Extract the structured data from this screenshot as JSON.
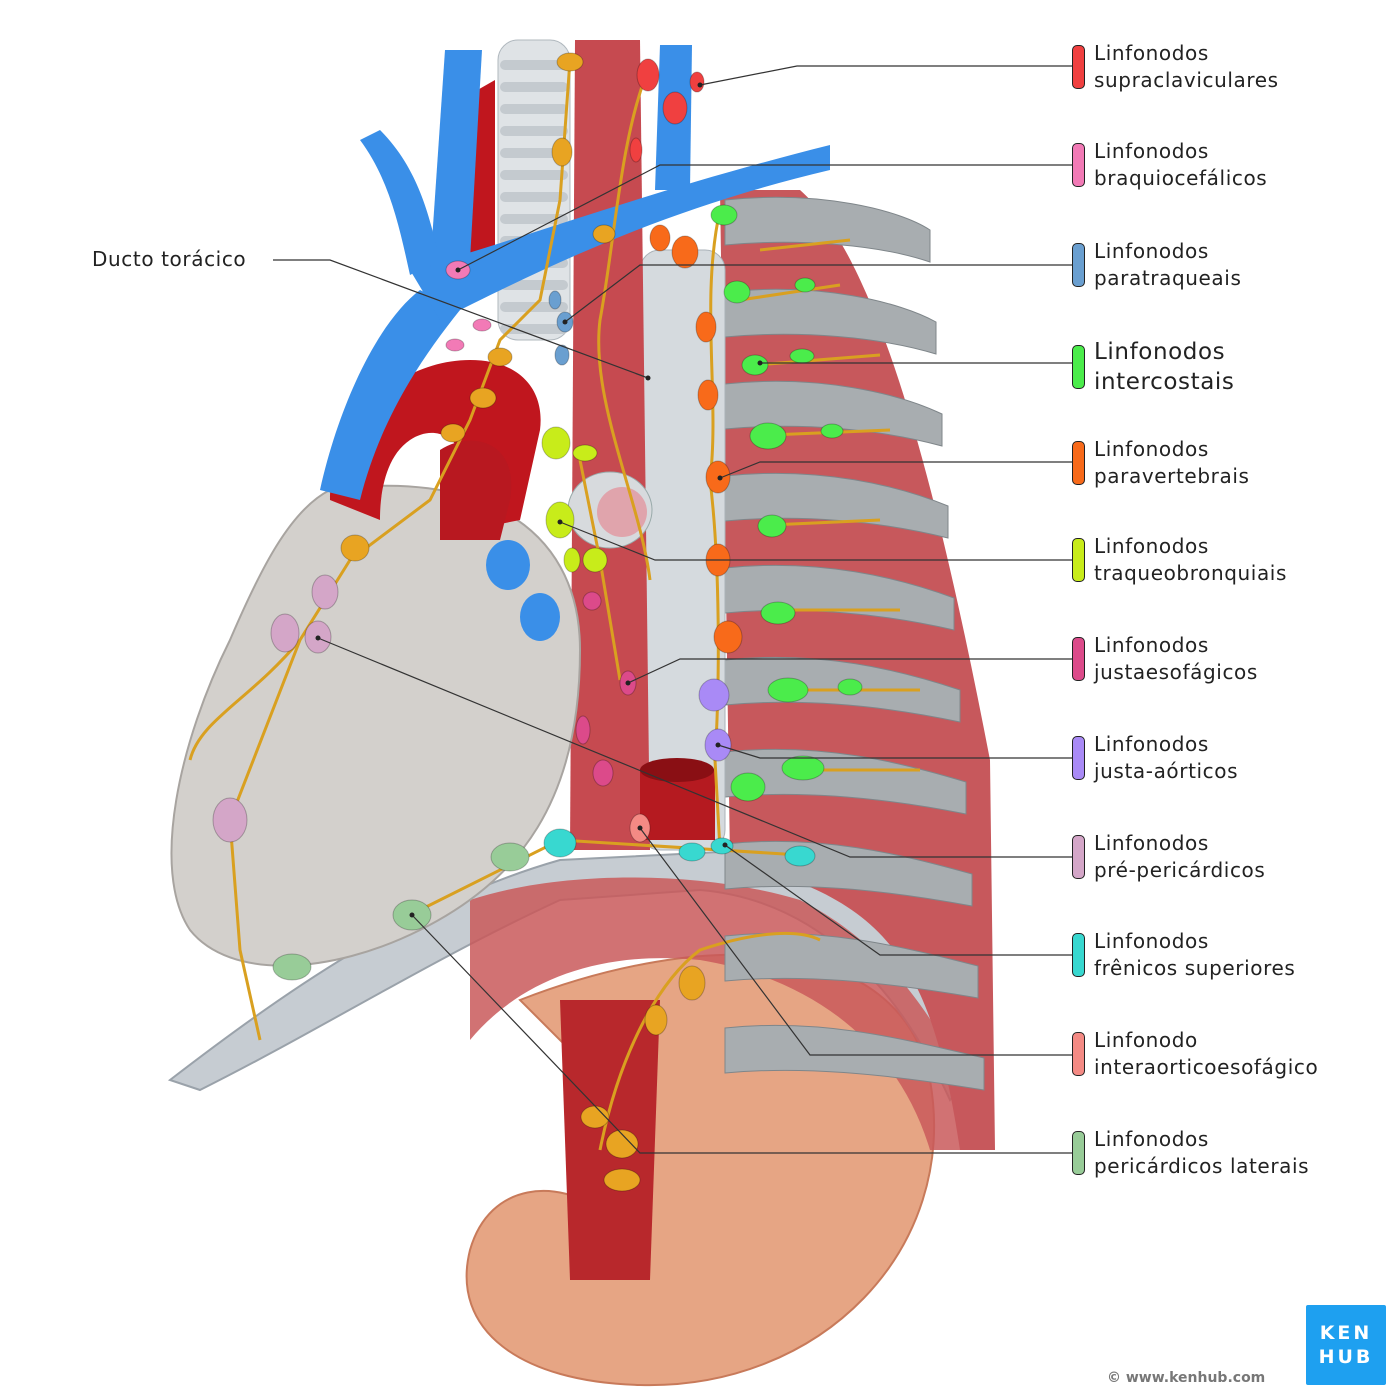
{
  "callout": {
    "label": "Ducto torácico"
  },
  "legend": [
    {
      "line1": "Linfonodos",
      "line2": "supraclaviculares",
      "color": "#f04040"
    },
    {
      "line1": "Linfonodos",
      "line2": "braquiocefálicos",
      "color": "#f27ab6"
    },
    {
      "line1": "Linfonodos",
      "line2": "paratraqueais",
      "color": "#6a9fd0"
    },
    {
      "line1": "Linfonodos",
      "line2": "intercostais",
      "color": "#4bec4b"
    },
    {
      "line1": "Linfonodos",
      "line2": "paravertebrais",
      "color": "#f86a1a"
    },
    {
      "line1": "Linfonodos",
      "line2": "traqueobronquiais",
      "color": "#c8ec1a"
    },
    {
      "line1": "Linfonodos",
      "line2": "justaesofágicos",
      "color": "#dc4a8a"
    },
    {
      "line1": "Linfonodos",
      "line2": "justa-aórticos",
      "color": "#a98af6"
    },
    {
      "line1": "Linfonodos",
      "line2": "pré-pericárdicos",
      "color": "#d4a6c8"
    },
    {
      "line1": "Linfonodos",
      "line2": "frênicos superiores",
      "color": "#38d8d0"
    },
    {
      "line1": "Linfonodo",
      "line2": "interaorticoesofágico",
      "color": "#f48a84"
    },
    {
      "line1": "Linfonodos",
      "line2": "pericárdicos laterais",
      "color": "#98cc98"
    }
  ],
  "branding": {
    "logo_line1": "KEN",
    "logo_line2": "HUB",
    "copyright": "© www.kenhub.com"
  }
}
